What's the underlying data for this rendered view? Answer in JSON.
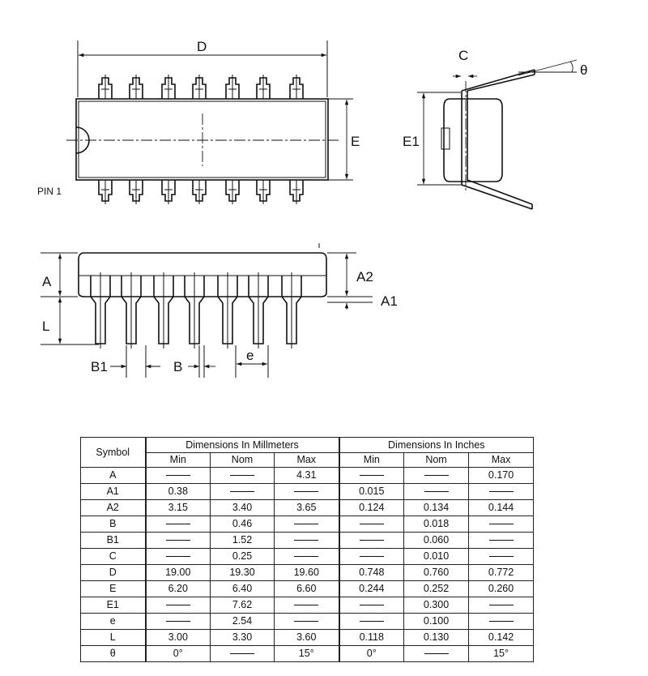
{
  "labels": {
    "d": "D",
    "e": "E",
    "pin1": "PIN 1",
    "c": "C",
    "theta": "θ",
    "e1": "E1",
    "a": "A",
    "a2": "A2",
    "a1": "A1",
    "l": "L",
    "b1": "B1",
    "b": "B",
    "pitch": "e"
  },
  "table": {
    "symbol_header": "Symbol",
    "group_mm": "Dimensions In Millmeters",
    "group_in": "Dimensions In Inches",
    "sub": [
      "Min",
      "Nom",
      "Max",
      "Min",
      "Nom",
      "Max"
    ],
    "rows": [
      [
        "A",
        "—",
        "—",
        "4.31",
        "—",
        "—",
        "0.170"
      ],
      [
        "A1",
        "0.38",
        "—",
        "—",
        "0.015",
        "—",
        "—"
      ],
      [
        "A2",
        "3.15",
        "3.40",
        "3.65",
        "0.124",
        "0.134",
        "0.144"
      ],
      [
        "B",
        "—",
        "0.46",
        "—",
        "—",
        "0.018",
        "—"
      ],
      [
        "B1",
        "—",
        "1.52",
        "—",
        "—",
        "0.060",
        "—"
      ],
      [
        "C",
        "—",
        "0.25",
        "—",
        "—",
        "0.010",
        "—"
      ],
      [
        "D",
        "19.00",
        "19.30",
        "19.60",
        "0.748",
        "0.760",
        "0.772"
      ],
      [
        "E",
        "6.20",
        "6.40",
        "6.60",
        "0.244",
        "0.252",
        "0.260"
      ],
      [
        "E1",
        "—",
        "7.62",
        "—",
        "—",
        "0.300",
        "—"
      ],
      [
        "e",
        "—",
        "2.54",
        "—",
        "—",
        "0.100",
        "—"
      ],
      [
        "L",
        "3.00",
        "3.30",
        "3.60",
        "0.118",
        "0.130",
        "0.142"
      ],
      [
        "θ",
        "0°",
        "—",
        "15°",
        "0°",
        "—",
        "15°"
      ]
    ]
  }
}
